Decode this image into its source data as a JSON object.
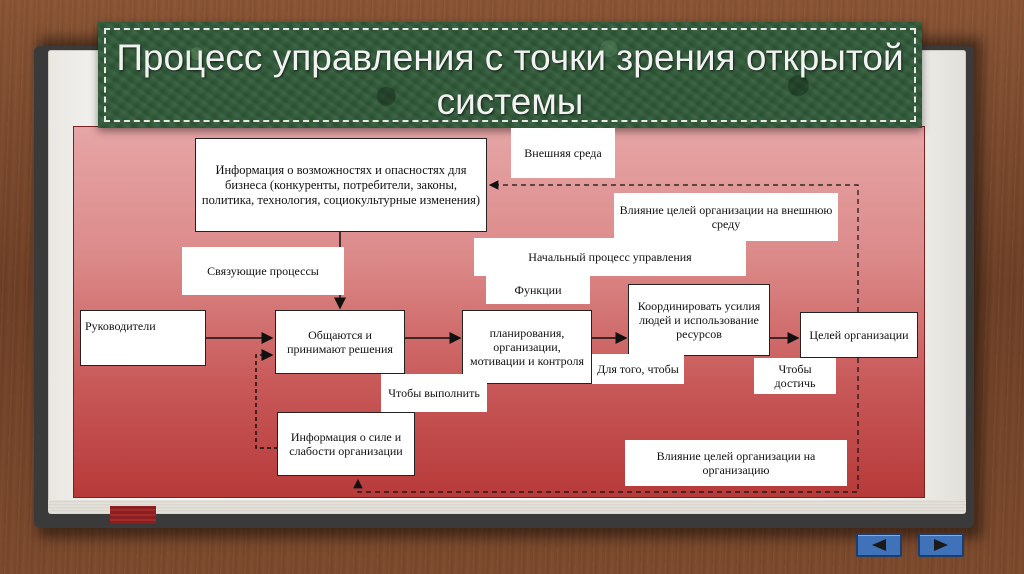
{
  "title": "Процесс управления с точки зрения открытой системы",
  "diagram": {
    "info_environment": "Информация о возможностях и опасностях для бизнеса (конкуренты, потребители, законы, политика, технология, социокультурные изменения)",
    "external_env": "Внешняя среда",
    "influence_external": "Влияние целей организации на внешнюю среду",
    "linking": "Связующие процессы",
    "initial_process": "Начальный процесс управления",
    "functions": "Функции",
    "managers": "Руководители",
    "communicate": "Общаются и принимают решения",
    "planning": "планирования, организации, мотивации и контроля",
    "coordinate": "Координировать усилия людей и использование ресурсов",
    "goals": "Целей организации",
    "to_execute": "Чтобы выполнить",
    "in_order_to": "Для того, чтобы",
    "to_achieve": "Чтобы достичь",
    "info_internal": "Информация о силе и слабости организации",
    "influence_internal": "Влияние целей организации на организацию"
  },
  "nav": {
    "prev_icon": "arrow-left-icon",
    "next_icon": "arrow-right-icon"
  },
  "colors": {
    "banner": "#2f5a38",
    "diagram_top": "#e6a5a5",
    "diagram_bottom": "#b73a3a",
    "nav": "#3f72b8"
  }
}
